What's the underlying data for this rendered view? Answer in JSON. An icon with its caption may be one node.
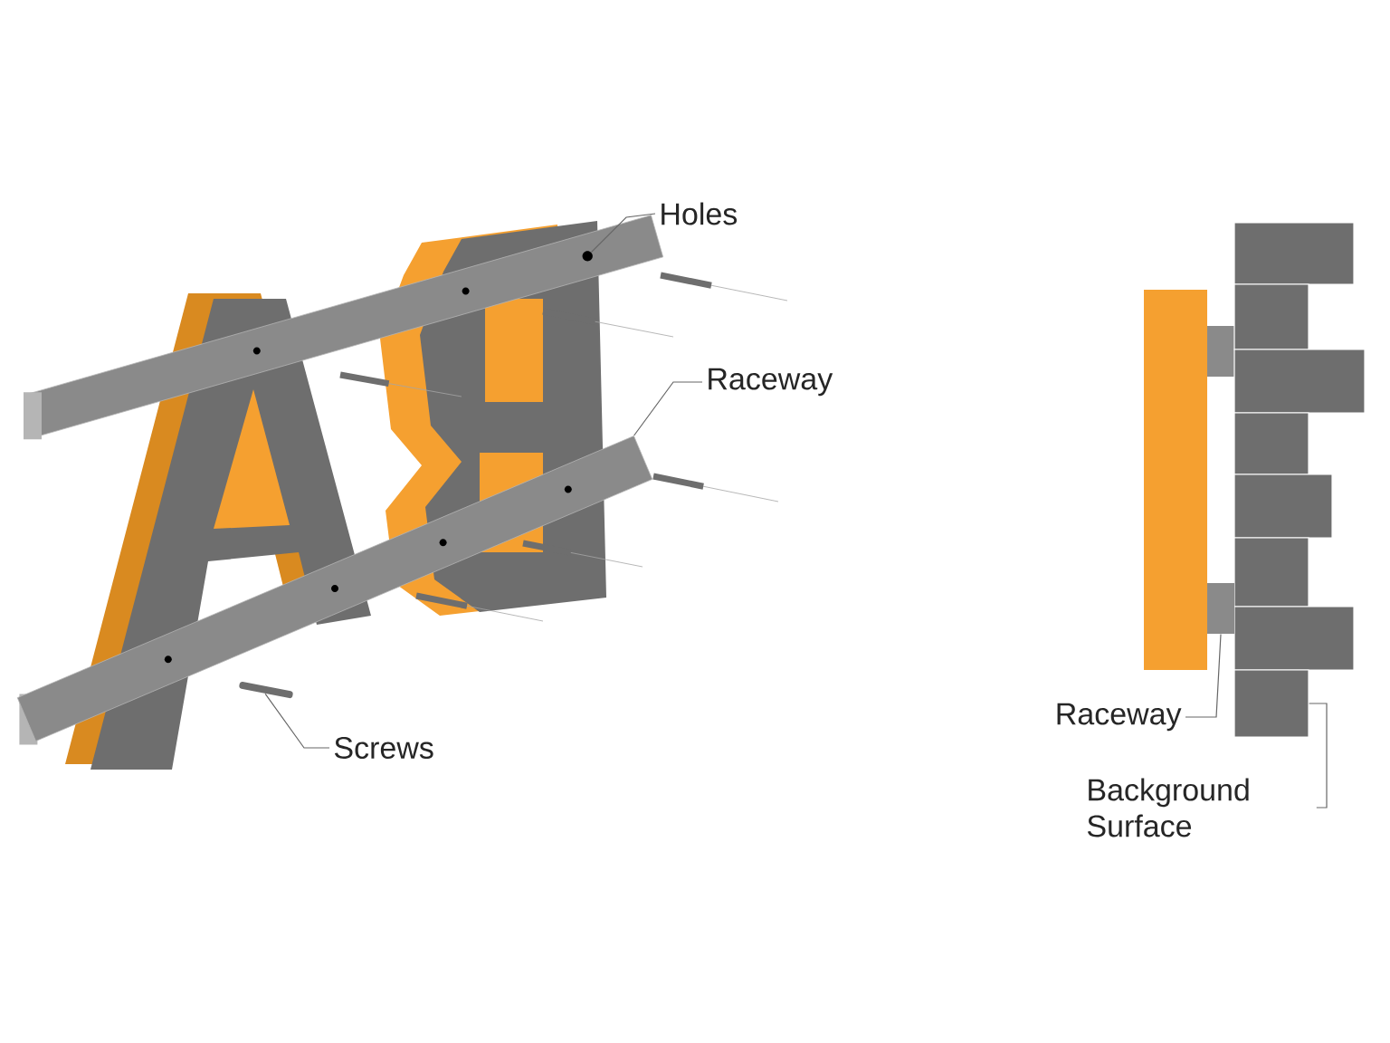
{
  "diagram": {
    "nodes": [
      {
        "text": [
          "Holes"
        ]
      },
      {
        "text": [],
        "shape": "circle"
      },
      {
        "text": [
          "Raceway"
        ]
      },
      {
        "text": [],
        "shape": "bar"
      },
      {
        "text": [
          "Screws"
        ]
      },
      {
        "text": [],
        "shape": "picture"
      },
      {
        "text": [
          "Raceway"
        ]
      },
      {
        "text": [],
        "shape": "box"
      },
      {
        "text": [
          "Background Surface"
        ]
      },
      {
        "text": [],
        "shape": "box"
      }
    ],
    "edges": [
      {
        "from": 0,
        "to": 1,
        "arrow": "none"
      },
      {
        "from": 2,
        "to": 3,
        "arrow": "none"
      },
      {
        "from": 4,
        "to": 5,
        "arrow": "none"
      },
      {
        "from": 6,
        "to": 7,
        "arrow": "none"
      },
      {
        "from": 8,
        "to": 9,
        "arrow": "none"
      }
    ]
  }
}
